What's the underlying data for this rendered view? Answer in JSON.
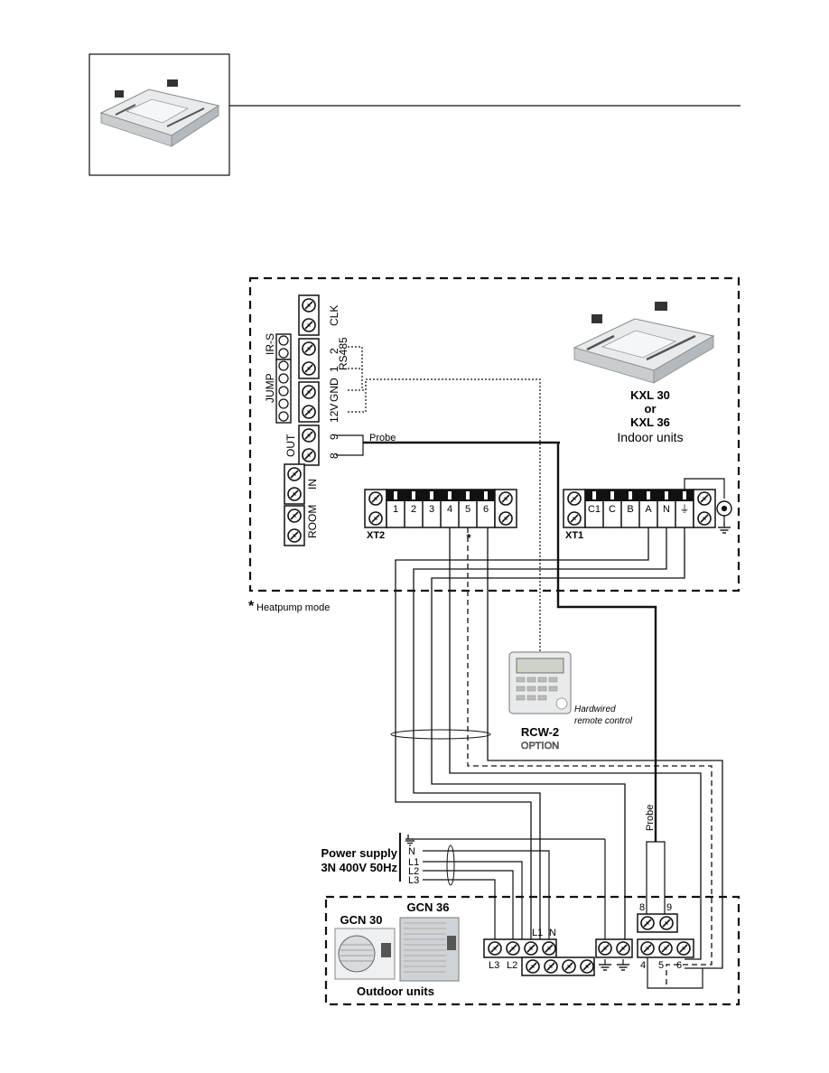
{
  "indoor": {
    "terminals_vertical": [
      "CLK",
      "2",
      "1",
      "RS485",
      "GND",
      "12V",
      "9",
      "8",
      "OUT",
      "IN",
      "ROOM"
    ],
    "irs_label": "IR-S",
    "jump_label": "JUMP",
    "clk": "CLK",
    "rs485": "RS485",
    "t2": "2",
    "t1": "1",
    "gnd": "GND",
    "v12": "12V",
    "t9": "9",
    "t8": "8",
    "out": "OUT",
    "in": "IN",
    "room": "ROOM",
    "probe": "Probe",
    "model_line1": "KXL 30",
    "model_or": "or",
    "model_line2": "KXL 36",
    "units_label": "Indoor units",
    "xt2_label": "XT2",
    "xt2_terms": [
      "1",
      "2",
      "3",
      "4",
      "5",
      "6"
    ],
    "xt1_label": "XT1",
    "xt1_terms": [
      "C1",
      "C",
      "B",
      "A",
      "N",
      "⏚"
    ],
    "star": "*"
  },
  "note": {
    "star": "*",
    "text": "Heatpump mode"
  },
  "remote": {
    "caption1": "Hardwired",
    "caption2": "remote control",
    "model": "RCW-2",
    "option": "OPTION"
  },
  "power": {
    "label1": "Power supply",
    "label2": "3N 400V  50Hz",
    "lines": [
      "N",
      "L1",
      "L2",
      "L3"
    ]
  },
  "outdoor": {
    "model1": "GCN 30",
    "model2": "GCN 36",
    "units_label": "Outdoor units",
    "probe": "Probe",
    "t8": "8",
    "t9": "9",
    "t4": "4",
    "t5": "5",
    "t6": "6",
    "l3": "L3",
    "l2": "L2",
    "l1": "L1",
    "n": "N"
  }
}
